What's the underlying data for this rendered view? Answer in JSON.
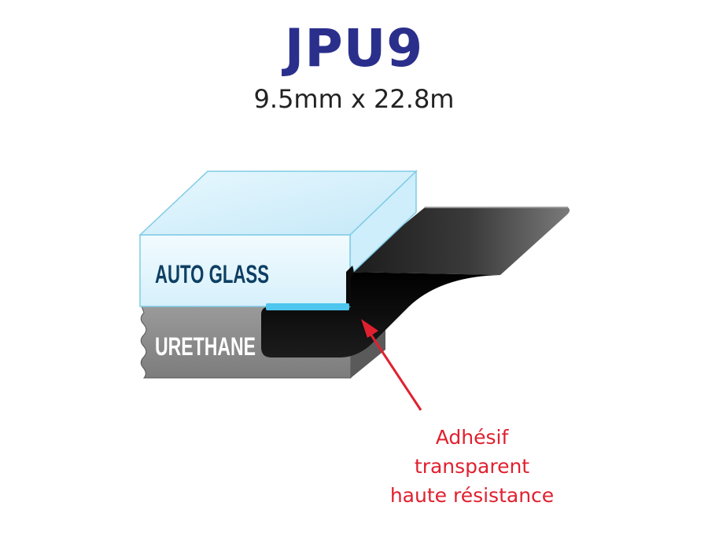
{
  "header": {
    "title": "JPU9",
    "subtitle": "9.5mm x 22.8m"
  },
  "layers": {
    "glass_label": "AUTO GLASS",
    "urethane_label": "URETHANE"
  },
  "callout": {
    "lines": [
      "Adhésif",
      "transparent",
      "haute résistance"
    ]
  },
  "colors": {
    "title": "#2b2f8c",
    "glass_text": "#0e3f63",
    "callout": "#e0202f",
    "tape": "#111111",
    "urethane": "#8a8a8a"
  }
}
